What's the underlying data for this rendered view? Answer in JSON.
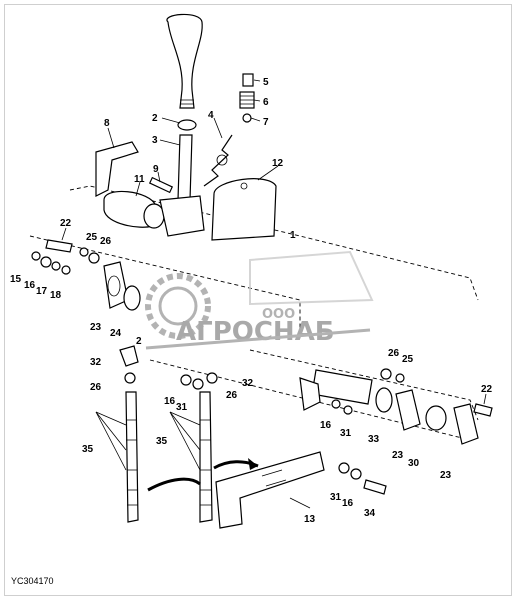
{
  "figure_id": "YC304170",
  "watermark": {
    "line1": "ООО",
    "line2": "АГРОСНАБ"
  },
  "callouts": [
    {
      "key": "c2a",
      "text": "2"
    },
    {
      "key": "c3",
      "text": "3"
    },
    {
      "key": "c4",
      "text": "4"
    },
    {
      "key": "c5",
      "text": "5"
    },
    {
      "key": "c6",
      "text": "6"
    },
    {
      "key": "c7",
      "text": "7"
    },
    {
      "key": "c8",
      "text": "8"
    },
    {
      "key": "c9",
      "text": "9"
    },
    {
      "key": "c11",
      "text": "11"
    },
    {
      "key": "c12",
      "text": "12"
    },
    {
      "key": "c1",
      "text": "1"
    },
    {
      "key": "c22a",
      "text": "22"
    },
    {
      "key": "c25a",
      "text": "25"
    },
    {
      "key": "c26a",
      "text": "26"
    },
    {
      "key": "c15",
      "text": "15"
    },
    {
      "key": "c16a",
      "text": "16"
    },
    {
      "key": "c17",
      "text": "17"
    },
    {
      "key": "c18",
      "text": "18"
    },
    {
      "key": "c23a",
      "text": "23"
    },
    {
      "key": "c24",
      "text": "24"
    },
    {
      "key": "c2b",
      "text": "2"
    },
    {
      "key": "c32a",
      "text": "32"
    },
    {
      "key": "c26b",
      "text": "26"
    },
    {
      "key": "c16b",
      "text": "16"
    },
    {
      "key": "c31a",
      "text": "31"
    },
    {
      "key": "c26c",
      "text": "26"
    },
    {
      "key": "c32b",
      "text": "32"
    },
    {
      "key": "c35a",
      "text": "35"
    },
    {
      "key": "c35b",
      "text": "35"
    },
    {
      "key": "c13",
      "text": "13"
    },
    {
      "key": "c26d",
      "text": "26"
    },
    {
      "key": "c25b",
      "text": "25"
    },
    {
      "key": "c22b",
      "text": "22"
    },
    {
      "key": "c16c",
      "text": "16"
    },
    {
      "key": "c31b",
      "text": "31"
    },
    {
      "key": "c33",
      "text": "33"
    },
    {
      "key": "c23b",
      "text": "23"
    },
    {
      "key": "c30",
      "text": "30"
    },
    {
      "key": "c23c",
      "text": "23"
    },
    {
      "key": "c31c",
      "text": "31"
    },
    {
      "key": "c16d",
      "text": "16"
    },
    {
      "key": "c34",
      "text": "34"
    }
  ]
}
